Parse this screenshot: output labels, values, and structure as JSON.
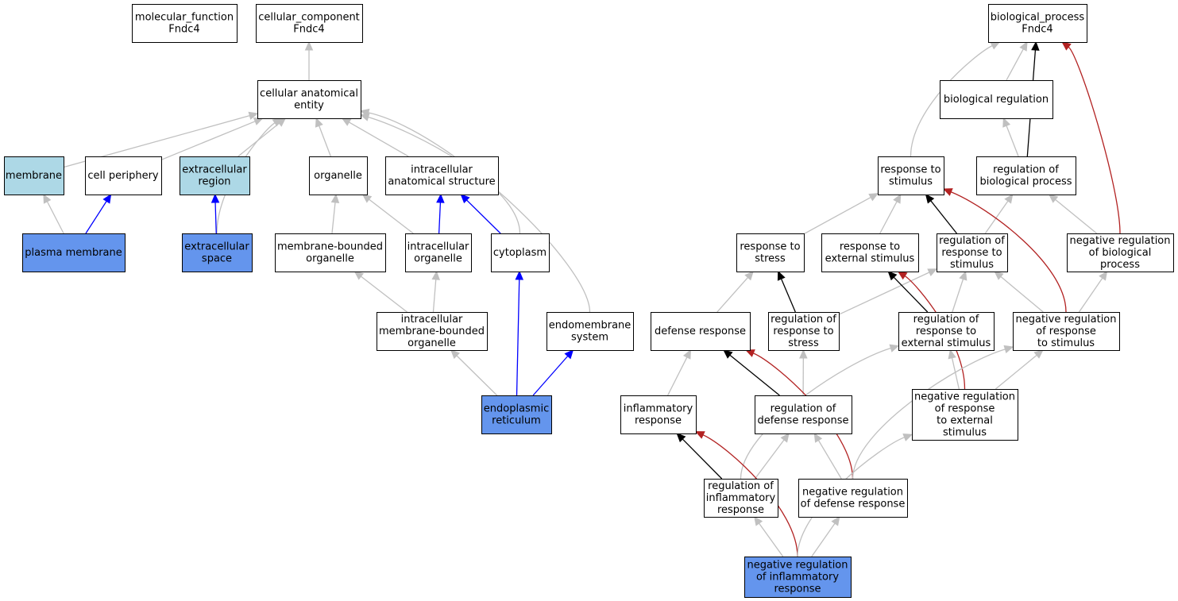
{
  "colors": {
    "white": "#ffffff",
    "light": "#add8e6",
    "highlight": "#6495ed",
    "edge_gray": "#c0c0c0",
    "edge_blue": "#0000ff",
    "edge_black": "#000000",
    "edge_red": "#b22222"
  },
  "nodes": [
    {
      "id": "mf",
      "lines": [
        "molecular_function",
        "Fndc4"
      ],
      "fill": "white"
    },
    {
      "id": "cc",
      "lines": [
        "cellular_component",
        "Fndc4"
      ],
      "fill": "white"
    },
    {
      "id": "bp",
      "lines": [
        "biological_process",
        "Fndc4"
      ],
      "fill": "white"
    },
    {
      "id": "cae",
      "lines": [
        "cellular anatomical",
        "entity"
      ],
      "fill": "white"
    },
    {
      "id": "membrane",
      "lines": [
        "membrane"
      ],
      "fill": "light"
    },
    {
      "id": "cellper",
      "lines": [
        "cell periphery"
      ],
      "fill": "white"
    },
    {
      "id": "extreg",
      "lines": [
        "extracellular",
        "region"
      ],
      "fill": "light"
    },
    {
      "id": "organelle",
      "lines": [
        "organelle"
      ],
      "fill": "white"
    },
    {
      "id": "ias",
      "lines": [
        "intracellular",
        "anatomical structure"
      ],
      "fill": "white"
    },
    {
      "id": "pm",
      "lines": [
        "plasma membrane"
      ],
      "fill": "highlight"
    },
    {
      "id": "extspace",
      "lines": [
        "extracellular",
        "space"
      ],
      "fill": "highlight"
    },
    {
      "id": "mbo",
      "lines": [
        "membrane-bounded",
        "organelle"
      ],
      "fill": "white"
    },
    {
      "id": "io",
      "lines": [
        "intracellular",
        "organelle"
      ],
      "fill": "white"
    },
    {
      "id": "cyto",
      "lines": [
        "cytoplasm"
      ],
      "fill": "white"
    },
    {
      "id": "imbo",
      "lines": [
        "intracellular",
        "membrane-bounded",
        "organelle"
      ],
      "fill": "white"
    },
    {
      "id": "endo",
      "lines": [
        "endomembrane",
        "system"
      ],
      "fill": "white"
    },
    {
      "id": "er",
      "lines": [
        "endoplasmic",
        "reticulum"
      ],
      "fill": "highlight"
    },
    {
      "id": "bioreg",
      "lines": [
        "biological regulation"
      ],
      "fill": "white"
    },
    {
      "id": "rts",
      "lines": [
        "response to",
        "stimulus"
      ],
      "fill": "white"
    },
    {
      "id": "rbp",
      "lines": [
        "regulation of",
        "biological process"
      ],
      "fill": "white"
    },
    {
      "id": "rtstress",
      "lines": [
        "response to",
        "stress"
      ],
      "fill": "white"
    },
    {
      "id": "rtes",
      "lines": [
        "response to",
        "external stimulus"
      ],
      "fill": "white"
    },
    {
      "id": "rrs",
      "lines": [
        "regulation of",
        "response to",
        "stimulus"
      ],
      "fill": "white"
    },
    {
      "id": "nrbp",
      "lines": [
        "negative regulation",
        "of biological",
        "process"
      ],
      "fill": "white"
    },
    {
      "id": "defresp",
      "lines": [
        "defense response"
      ],
      "fill": "white"
    },
    {
      "id": "rrstress",
      "lines": [
        "regulation of",
        "response to",
        "stress"
      ],
      "fill": "white"
    },
    {
      "id": "rres",
      "lines": [
        "regulation of",
        "response to",
        "external stimulus"
      ],
      "fill": "white"
    },
    {
      "id": "nrrs",
      "lines": [
        "negative regulation",
        "of response",
        "to stimulus"
      ],
      "fill": "white"
    },
    {
      "id": "inflam",
      "lines": [
        "inflammatory",
        "response"
      ],
      "fill": "white"
    },
    {
      "id": "rdr",
      "lines": [
        "regulation of",
        "defense response"
      ],
      "fill": "white"
    },
    {
      "id": "nrres",
      "lines": [
        "negative regulation",
        "of response",
        "to external",
        "stimulus"
      ],
      "fill": "white"
    },
    {
      "id": "rir",
      "lines": [
        "regulation of",
        "inflammatory",
        "response"
      ],
      "fill": "white"
    },
    {
      "id": "nrdr",
      "lines": [
        "negative regulation",
        "of defense response"
      ],
      "fill": "white"
    },
    {
      "id": "nrir",
      "lines": [
        "negative regulation",
        "of inflammatory",
        "response"
      ],
      "fill": "highlight"
    }
  ],
  "edges": [
    {
      "from": "cae",
      "to": "cc",
      "color": "edge_gray"
    },
    {
      "from": "membrane",
      "to": "cae",
      "color": "edge_gray"
    },
    {
      "from": "cellper",
      "to": "cae",
      "color": "edge_gray"
    },
    {
      "from": "extreg",
      "to": "cae",
      "color": "edge_gray"
    },
    {
      "from": "organelle",
      "to": "cae",
      "color": "edge_gray"
    },
    {
      "from": "ias",
      "to": "cae",
      "color": "edge_gray"
    },
    {
      "from": "extspace",
      "to": "cae",
      "color": "edge_gray"
    },
    {
      "from": "cyto",
      "to": "cae",
      "color": "edge_gray"
    },
    {
      "from": "endo",
      "to": "cae",
      "color": "edge_gray"
    },
    {
      "from": "pm",
      "to": "membrane",
      "color": "edge_gray"
    },
    {
      "from": "pm",
      "to": "cellper",
      "color": "edge_blue"
    },
    {
      "from": "extspace",
      "to": "extreg",
      "color": "edge_blue"
    },
    {
      "from": "mbo",
      "to": "organelle",
      "color": "edge_gray"
    },
    {
      "from": "io",
      "to": "organelle",
      "color": "edge_gray"
    },
    {
      "from": "io",
      "to": "ias",
      "color": "edge_blue"
    },
    {
      "from": "cyto",
      "to": "ias",
      "color": "edge_blue"
    },
    {
      "from": "imbo",
      "to": "mbo",
      "color": "edge_gray"
    },
    {
      "from": "imbo",
      "to": "io",
      "color": "edge_gray"
    },
    {
      "from": "er",
      "to": "imbo",
      "color": "edge_gray"
    },
    {
      "from": "er",
      "to": "cyto",
      "color": "edge_blue"
    },
    {
      "from": "er",
      "to": "endo",
      "color": "edge_blue"
    },
    {
      "from": "bioreg",
      "to": "bp",
      "color": "edge_gray"
    },
    {
      "from": "rts",
      "to": "bp",
      "color": "edge_gray"
    },
    {
      "from": "rbp",
      "to": "bioreg",
      "color": "edge_gray"
    },
    {
      "from": "rbp",
      "to": "bp",
      "color": "edge_black"
    },
    {
      "from": "nrbp",
      "to": "bp",
      "color": "edge_red"
    },
    {
      "from": "nrbp",
      "to": "rbp",
      "color": "edge_gray"
    },
    {
      "from": "rtstress",
      "to": "rts",
      "color": "edge_gray"
    },
    {
      "from": "rtes",
      "to": "rts",
      "color": "edge_gray"
    },
    {
      "from": "rrs",
      "to": "rts",
      "color": "edge_black"
    },
    {
      "from": "rrs",
      "to": "rbp",
      "color": "edge_gray"
    },
    {
      "from": "nrrs",
      "to": "rts",
      "color": "edge_red"
    },
    {
      "from": "nrrs",
      "to": "rrs",
      "color": "edge_gray"
    },
    {
      "from": "nrrs",
      "to": "nrbp",
      "color": "edge_gray"
    },
    {
      "from": "defresp",
      "to": "rtstress",
      "color": "edge_gray"
    },
    {
      "from": "rrstress",
      "to": "rtstress",
      "color": "edge_black"
    },
    {
      "from": "rrstress",
      "to": "rrs",
      "color": "edge_gray"
    },
    {
      "from": "rres",
      "to": "rtes",
      "color": "edge_black"
    },
    {
      "from": "rres",
      "to": "rrs",
      "color": "edge_gray"
    },
    {
      "from": "nrres",
      "to": "rtes",
      "color": "edge_red"
    },
    {
      "from": "nrres",
      "to": "rres",
      "color": "edge_gray"
    },
    {
      "from": "nrres",
      "to": "nrrs",
      "color": "edge_gray"
    },
    {
      "from": "inflam",
      "to": "defresp",
      "color": "edge_gray"
    },
    {
      "from": "rdr",
      "to": "defresp",
      "color": "edge_black"
    },
    {
      "from": "rdr",
      "to": "rrstress",
      "color": "edge_gray"
    },
    {
      "from": "rir",
      "to": "inflam",
      "color": "edge_black"
    },
    {
      "from": "rir",
      "to": "rdr",
      "color": "edge_gray"
    },
    {
      "from": "rir",
      "to": "rres",
      "color": "edge_gray"
    },
    {
      "from": "nrdr",
      "to": "defresp",
      "color": "edge_red"
    },
    {
      "from": "nrdr",
      "to": "rdr",
      "color": "edge_gray"
    },
    {
      "from": "nrdr",
      "to": "nrrs",
      "color": "edge_gray"
    },
    {
      "from": "nrir",
      "to": "inflam",
      "color": "edge_red"
    },
    {
      "from": "nrir",
      "to": "rir",
      "color": "edge_gray"
    },
    {
      "from": "nrir",
      "to": "nrdr",
      "color": "edge_gray"
    },
    {
      "from": "nrir",
      "to": "nrres",
      "color": "edge_gray"
    }
  ]
}
